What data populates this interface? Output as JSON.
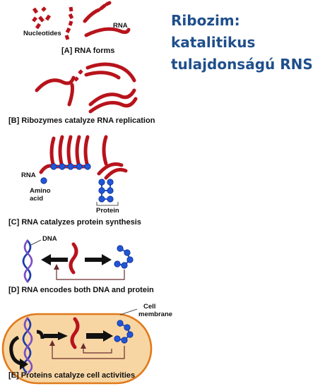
{
  "title": {
    "line1": "Ribozim: katalitikus",
    "line2": "tulajdonságú RNS"
  },
  "panels": {
    "a": {
      "caption": "[A] RNA forms",
      "label_nucleotides": "Nucleotides",
      "label_rna": "RNA"
    },
    "b": {
      "caption": "[B] Ribozymes catalyze RNA replication"
    },
    "c": {
      "caption": "[C] RNA catalyzes protein synthesis",
      "label_rna": "RNA",
      "label_amino": "Amino",
      "label_acid": "acid",
      "label_protein": "Protein"
    },
    "d": {
      "caption": "[D] RNA encodes both DNA and protein",
      "label_dna": "DNA"
    },
    "e": {
      "caption": "[E] Proteins catalyze cell activities",
      "label_cell": "Cell",
      "label_membrane": "membrane"
    }
  },
  "colors": {
    "title": "#1f4f8c",
    "rna": "#b8131c",
    "amino_acid": "#2255d8",
    "cell_fill": "#f8d6a4",
    "cell_border": "#e07a1c"
  }
}
